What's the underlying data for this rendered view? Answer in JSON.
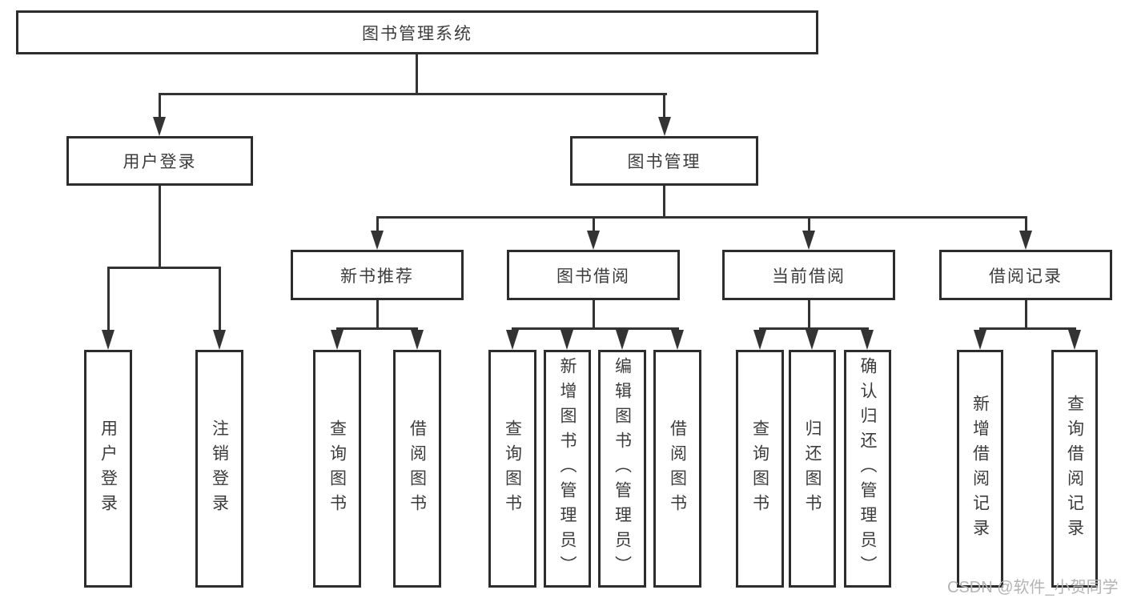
{
  "diagram": {
    "root": {
      "label": "图书管理系统"
    },
    "user_login": {
      "label": "用户登录",
      "children": {
        "login": "用户登录",
        "logout": "注销登录"
      }
    },
    "book_management": {
      "label": "图书管理",
      "new_book_recommend": {
        "label": "新书推荐",
        "children": {
          "query_books": "查询图书",
          "borrow_books": "借阅图书"
        }
      },
      "book_borrowing": {
        "label": "图书借阅",
        "children": {
          "query_books": "查询图书",
          "add_books_admin": "新增图书（管理员）",
          "edit_books_admin": "编辑图书（管理员）",
          "borrow_books": "借阅图书"
        }
      },
      "current_borrowing": {
        "label": "当前借阅",
        "children": {
          "query_books": "查询图书",
          "return_books": "归还图书",
          "confirm_return_admin": "确认归还（管理员）"
        }
      },
      "borrowing_records": {
        "label": "借阅记录",
        "children": {
          "add_record": "新增借阅记录",
          "query_record": "查询借阅记录"
        }
      }
    }
  },
  "watermark": {
    "text": "CSDN @软件_小贺同学"
  }
}
